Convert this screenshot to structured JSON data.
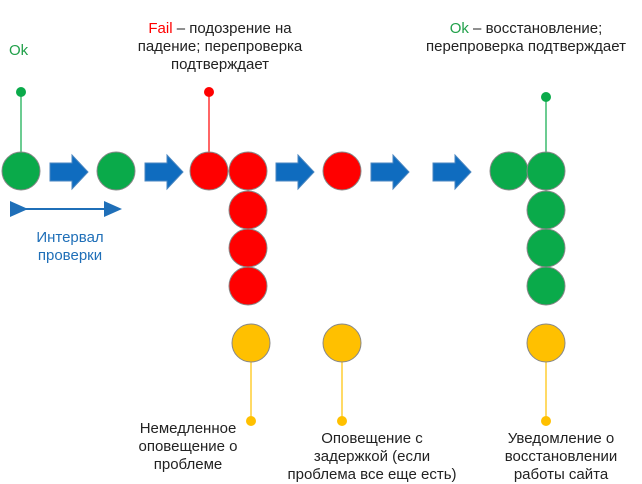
{
  "labels": {
    "ok_left": "Ok",
    "fail_word": "Fail",
    "fail_rest": " – подозрение на",
    "fail_line2": "падение; перепроверка",
    "fail_line3": "подтверждает",
    "ok_right_word": "Ok",
    "ok_right_rest": "  – восстановление;",
    "ok_right_line2": "перепроверка подтверждает",
    "interval_line1": "Интервал",
    "interval_line2": "проверки",
    "notify_now_line1": "Немедленное",
    "notify_now_line2": "оповещение о",
    "notify_now_line3": "проблеме",
    "notify_delay_line1": "Оповещение с",
    "notify_delay_line2": "задержкой (если",
    "notify_delay_line3": "проблема все еще есть)",
    "notify_restore_line1": "Уведомление о",
    "notify_restore_line2": "восстановлении",
    "notify_restore_line3": "работы сайта"
  },
  "colors": {
    "ok": "#0aaa4a",
    "fail": "#ff0000",
    "alert": "#ffc000",
    "arrow": "#0f6cbf",
    "interval": "#1f6fb8"
  }
}
